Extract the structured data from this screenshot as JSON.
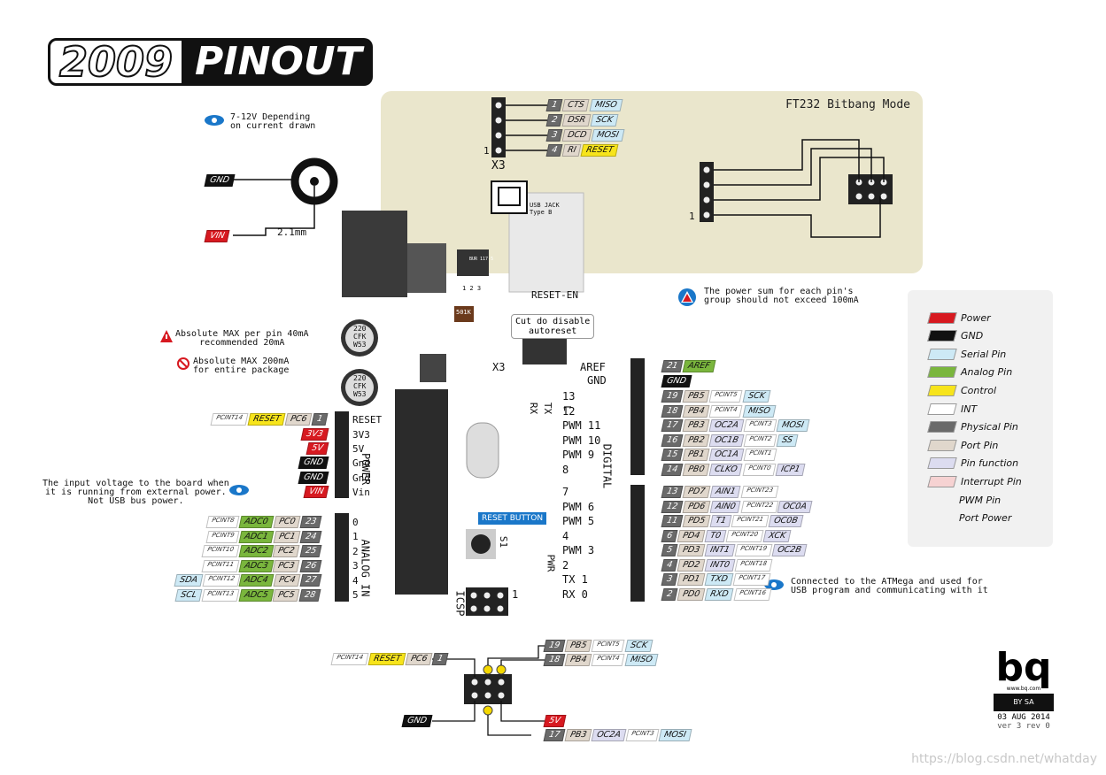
{
  "title": {
    "part1": "2009",
    "part2": "PINOUT"
  },
  "power_jack": {
    "note": "7-12V Depending\non current drawn",
    "gnd": "GND",
    "vin": "VIN",
    "size": "2.1mm"
  },
  "ft232": {
    "title": "FT232 Bitbang Mode",
    "header": "X3",
    "header_pin1": "1",
    "pins": [
      {
        "num": "1",
        "name": "CTS",
        "func": "MISO"
      },
      {
        "num": "2",
        "name": "DSR",
        "func": "SCK"
      },
      {
        "num": "3",
        "name": "DCD",
        "func": "MOSI"
      },
      {
        "num": "4",
        "name": "RI",
        "func": "RESET"
      }
    ],
    "right_pin1": "1"
  },
  "usb": {
    "label": "USB JACK\nType B"
  },
  "notes": {
    "power_sum": "The power sum for each pin's\ngroup should not exceed 100mA",
    "abs_max_pin": "Absolute MAX per pin 40mA\nrecommended 20mA",
    "abs_max_pkg": "Absolute MAX 200mA\nfor entire package",
    "vin_note": "The input voltage to the board when\nit is running from external power.\nNot USB bus power.",
    "usb_note": "Connected to the ATMega and used for\nUSB program and communicating with it"
  },
  "board_labels": {
    "reset_en": "RESET-EN",
    "cut": "Cut do disable\nautoreset",
    "x3": "X3",
    "reset_button": "RESET BUTTON",
    "s1": "S1",
    "pwr": "PWR",
    "icsp": "ICSP",
    "icsp1": "1",
    "digital": "DIGITAL",
    "power": "POWER",
    "analog_in": "ANALOG IN",
    "regulator": "BUR 117-5",
    "reg_pins": "1  2  3",
    "res": "501K",
    "cap": "220\nCFK\nW53",
    "tx": "TX",
    "rx": "RX",
    "l": "L",
    "aref": "AREF",
    "gnd": "GND"
  },
  "left_power": [
    {
      "label": "RESET",
      "tags": [
        "PCINT14",
        "RESET",
        "PC6",
        "1"
      ]
    },
    {
      "label": "3V3",
      "tags": [
        "3V3"
      ]
    },
    {
      "label": "5V",
      "tags": [
        "5V"
      ]
    },
    {
      "label": "Gnd",
      "tags": [
        "GND"
      ]
    },
    {
      "label": "Gnd",
      "tags": [
        "GND"
      ]
    },
    {
      "label": "Vin",
      "tags": [
        "VIN"
      ]
    }
  ],
  "left_analog": [
    {
      "board": "0",
      "extra": "",
      "pcint": "PCINT8",
      "adc": "ADC0",
      "port": "PC0",
      "num": "23"
    },
    {
      "board": "1",
      "extra": "",
      "pcint": "PCINT9",
      "adc": "ADC1",
      "port": "PC1",
      "num": "24"
    },
    {
      "board": "2",
      "extra": "",
      "pcint": "PCINT10",
      "adc": "ADC2",
      "port": "PC2",
      "num": "25"
    },
    {
      "board": "3",
      "extra": "",
      "pcint": "PCINT11",
      "adc": "ADC3",
      "port": "PC3",
      "num": "26"
    },
    {
      "board": "4",
      "extra": "SDA",
      "pcint": "PCINT12",
      "adc": "ADC4",
      "port": "PC4",
      "num": "27"
    },
    {
      "board": "5",
      "extra": "SCL",
      "pcint": "PCINT13",
      "adc": "ADC5",
      "port": "PC5",
      "num": "28"
    }
  ],
  "right_top": [
    {
      "board": "AREF",
      "num": "21",
      "port": "AREF",
      "f1": "",
      "pcint": "",
      "f2": ""
    },
    {
      "board": "GND",
      "num": "",
      "port": "GND",
      "f1": "",
      "pcint": "",
      "f2": ""
    }
  ],
  "right_digital": [
    {
      "board": "13",
      "pwm": "",
      "num": "19",
      "port": "PB5",
      "pcint": "PCINT5",
      "f1": "SCK",
      "f2": ""
    },
    {
      "board": "12",
      "pwm": "",
      "num": "18",
      "port": "PB4",
      "pcint": "PCINT4",
      "f1": "MISO",
      "f2": ""
    },
    {
      "board": "11",
      "pwm": "PWM",
      "num": "17",
      "port": "PB3",
      "pcint": "PCINT3",
      "f1": "OC2A",
      "f2": "MOSI"
    },
    {
      "board": "10",
      "pwm": "PWM",
      "num": "16",
      "port": "PB2",
      "pcint": "PCINT2",
      "f1": "OC1B",
      "f2": "SS"
    },
    {
      "board": "9",
      "pwm": "PWM",
      "num": "15",
      "port": "PB1",
      "pcint": "PCINT1",
      "f1": "OC1A",
      "f2": ""
    },
    {
      "board": "8",
      "pwm": "",
      "num": "14",
      "port": "PB0",
      "pcint": "PCINT0",
      "f1": "CLKO",
      "f2": "ICP1"
    },
    {
      "board": "7",
      "pwm": "",
      "num": "13",
      "port": "PD7",
      "pcint": "PCINT23",
      "f1": "AIN1",
      "f2": ""
    },
    {
      "board": "6",
      "pwm": "PWM",
      "num": "12",
      "port": "PD6",
      "pcint": "PCINT22",
      "f1": "AIN0",
      "f2": "OC0A"
    },
    {
      "board": "5",
      "pwm": "PWM",
      "num": "11",
      "port": "PD5",
      "pcint": "PCINT21",
      "f1": "T1",
      "f2": "OC0B"
    },
    {
      "board": "4",
      "pwm": "",
      "num": "6",
      "port": "PD4",
      "pcint": "PCINT20",
      "f1": "T0",
      "f2": "XCK"
    },
    {
      "board": "3",
      "pwm": "PWM",
      "num": "5",
      "port": "PD3",
      "pcint": "PCINT19",
      "f1": "INT1",
      "f2": "OC2B"
    },
    {
      "board": "2",
      "pwm": "",
      "num": "4",
      "port": "PD2",
      "pcint": "PCINT18",
      "f1": "INT0",
      "f2": ""
    },
    {
      "board": "TX 1",
      "pwm": "",
      "num": "3",
      "port": "PD1",
      "pcint": "PCINT17",
      "f1": "TXD",
      "f2": ""
    },
    {
      "board": "RX 0",
      "pwm": "",
      "num": "2",
      "port": "PD0",
      "pcint": "PCINT16",
      "f1": "RXD",
      "f2": ""
    }
  ],
  "icsp": {
    "top_right": [
      {
        "num": "19",
        "port": "PB5",
        "pcint": "PCINT5",
        "func": "SCK"
      },
      {
        "num": "18",
        "port": "PB4",
        "pcint": "PCINT4",
        "func": "MISO"
      }
    ],
    "left": {
      "pcint": "PCINT14",
      "ctrl": "RESET",
      "port": "PC6",
      "num": "1"
    },
    "gnd": "GND",
    "v5": "5V",
    "bottom": {
      "num": "17",
      "port": "PB3",
      "f1": "OC2A",
      "pcint": "PCINT3",
      "f2": "MOSI"
    }
  },
  "legend": [
    {
      "label": "Power",
      "color": "#d71920"
    },
    {
      "label": "GND",
      "color": "#111111"
    },
    {
      "label": "Serial Pin",
      "color": "#cde9f5"
    },
    {
      "label": "Analog Pin",
      "color": "#7ab63d"
    },
    {
      "label": "Control",
      "color": "#f7e41b"
    },
    {
      "label": "INT",
      "color": "#ffffff"
    },
    {
      "label": "Physical Pin",
      "color": "#6a6a6a"
    },
    {
      "label": "Port Pin",
      "color": "#e0d7cc"
    },
    {
      "label": "Pin function",
      "color": "#dcdcf0"
    },
    {
      "label": "Interrupt Pin",
      "color": "#f6d2d2"
    },
    {
      "label": "PWM Pin",
      "color": ""
    },
    {
      "label": "Port Power",
      "color": ""
    }
  ],
  "brand": {
    "logo": "bq",
    "site": "www.bq.com",
    "license": "BY  SA",
    "date": "03 AUG 2014",
    "version": "ver 3 rev 0"
  },
  "watermark": "https://blog.csdn.net/whatday"
}
